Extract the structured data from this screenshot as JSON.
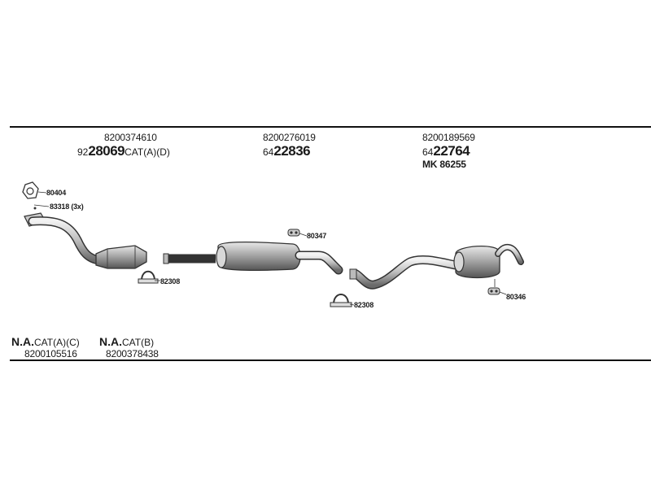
{
  "top_labels": {
    "part1": {
      "oe_number": "8200374610",
      "prefix": "92",
      "number": "28069",
      "suffix": "CAT(A)(D)"
    },
    "part2": {
      "oe_number": "8200276019",
      "prefix": "64",
      "number": "22836",
      "suffix": ""
    },
    "part3": {
      "oe_number": "8200189569",
      "prefix": "64",
      "number": "22764",
      "suffix": "",
      "extra": "MK  86255"
    }
  },
  "callouts": {
    "gasket_top": "80404",
    "bolt_set": "83318 (3x)",
    "clamp_front": "82308",
    "hanger_mid": "80347",
    "clamp_rear": "82308",
    "hanger_rear": "80346"
  },
  "bottom_labels": {
    "left": {
      "prefix": "N.A.",
      "suffix": "CAT(A)(C)",
      "oe_number": "8200105516"
    },
    "right": {
      "prefix": "N.A.",
      "suffix": "CAT(B)",
      "oe_number": "8200378438"
    }
  }
}
